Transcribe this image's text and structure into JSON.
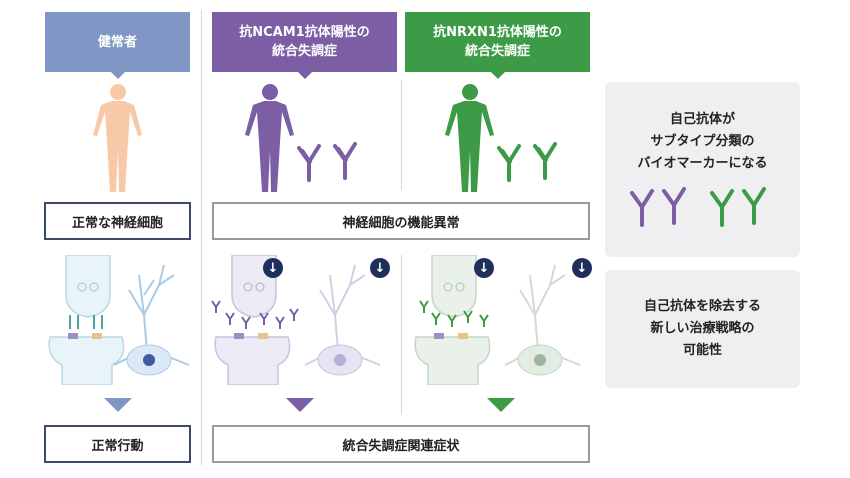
{
  "colors": {
    "healthy": "#8096c4",
    "ncam1": "#7b5ea4",
    "nrxn1": "#3d9a46",
    "navy": "#1f2f5c",
    "skin": "#f7c9a7"
  },
  "headers": {
    "healthy": "健常者",
    "ncam1": "抗NCAM1抗体陽性の\n統合失調症",
    "nrxn1": "抗NRXN1抗体陽性の\n統合失調症"
  },
  "boxes": {
    "normal_neuron": "正常な神経細胞",
    "neuron_dysfunction": "神経細胞の機能異常",
    "normal_behavior": "正常行動",
    "schizo_symptoms": "統合失調症関連症状"
  },
  "panels": {
    "biomarker": [
      "自己抗体が",
      "サブタイプ分類の",
      "バイオマーカーになる"
    ],
    "therapy": [
      "自己抗体を除去する",
      "新しい治療戦略の",
      "可能性"
    ]
  },
  "icons": {
    "human": "human-figure-icon",
    "antibody": "antibody-icon",
    "down": "down-arrow-icon"
  }
}
